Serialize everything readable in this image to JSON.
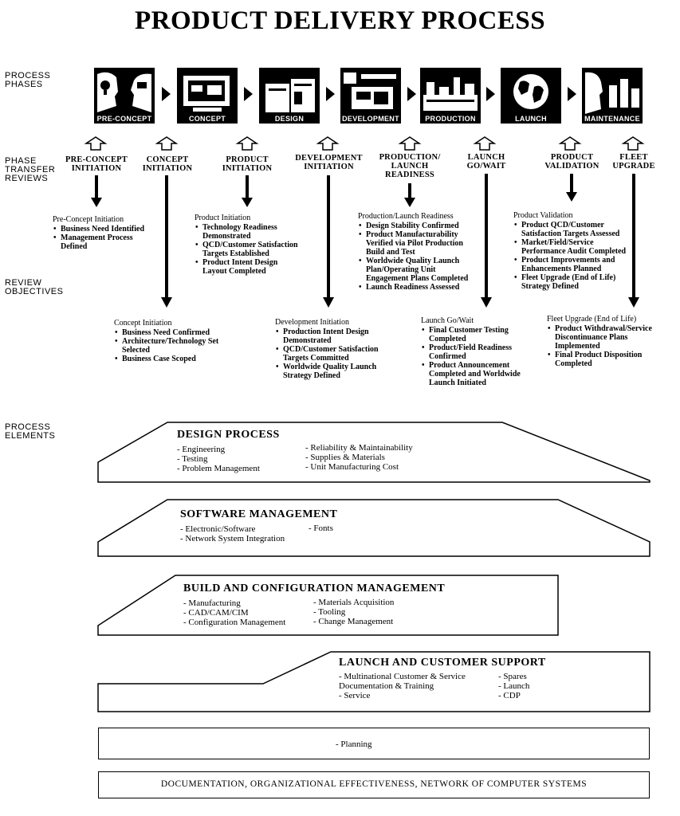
{
  "title": "PRODUCT DELIVERY PROCESS",
  "sections": {
    "phases": "PROCESS\nPHASES",
    "reviews": "PHASE\nTRANSFER\nREVIEWS",
    "objectives": "REVIEW\nOBJECTIVES",
    "elements": "PROCESS\nELEMENTS"
  },
  "phases": [
    {
      "label": "PRE-CONCEPT",
      "icon": "lightbulb-head-icon"
    },
    {
      "label": "CONCEPT",
      "icon": "computer-screen-icon"
    },
    {
      "label": "DESIGN",
      "icon": "printer-machine-icon"
    },
    {
      "label": "DEVELOPMENT",
      "icon": "prototype-device-icon"
    },
    {
      "label": "PRODUCTION",
      "icon": "factory-skyline-icon"
    },
    {
      "label": "LAUNCH",
      "icon": "globe-icon"
    },
    {
      "label": "MAINTENANCE",
      "icon": "head-buildings-icon"
    }
  ],
  "reviews": [
    "PRE-CONCEPT\nINITIATION",
    "CONCEPT\nINITIATION",
    "PRODUCT\nINITIATION",
    "DEVELOPMENT\nINITIATION",
    "PRODUCTION/\nLAUNCH\nREADINESS",
    "LAUNCH\nGO/WAIT",
    "PRODUCT\nVALIDATION",
    "FLEET\nUPGRADE"
  ],
  "objectives": [
    {
      "title": "Pre-Concept Initiation",
      "items": [
        "Business Need Identified",
        "Management Process Defined"
      ]
    },
    {
      "title": "Concept Initiation",
      "items": [
        "Business Need Confirmed",
        "Architecture/Technology Set Selected",
        "Business Case Scoped"
      ]
    },
    {
      "title": "Product Initiation",
      "items": [
        "Technology Readiness Demonstrated",
        "QCD/Customer Satisfaction Targets Established",
        "Product Intent Design Layout Completed"
      ]
    },
    {
      "title": "Development Initiation",
      "items": [
        "Production Intent Design Demonstrated",
        "QCD/Customer Satisfaction Targets Committed",
        "Worldwide Quality Launch Strategy Defined"
      ]
    },
    {
      "title": "Production/Launch Readiness",
      "items": [
        "Design Stability Confirmed",
        "Product Manufacturability Verified via Pilot Production Build and Test",
        "Worldwide Quality Launch Plan/Operating Unit Engagement Plans Completed",
        "Launch Readiness Assessed"
      ]
    },
    {
      "title": "Launch Go/Wait",
      "items": [
        "Final Customer Testing Completed",
        "Product/Field Readiness Confirmed",
        "Product Announcement Completed and Worldwide Launch Initiated"
      ]
    },
    {
      "title": "Product Validation",
      "items": [
        "Product QCD/Customer Satisfaction Targets Assessed",
        "Market/Field/Service Performance Audit Completed",
        "Product Improvements and Enhancements Planned",
        "Fleet Upgrade (End of Life) Strategy Defined"
      ]
    },
    {
      "title": "Fleet Upgrade (End of Life)",
      "items": [
        "Product Withdrawal/Service Discontinuance Plans Implemented",
        "Final Product Disposition Completed"
      ]
    }
  ],
  "elements": {
    "design": {
      "title": "DESIGN PROCESS",
      "col1": [
        "Engineering",
        "Testing",
        "Problem Management"
      ],
      "col2": [
        "Reliability & Maintainability",
        "Supplies & Materials",
        "Unit Manufacturing Cost"
      ]
    },
    "software": {
      "title": "SOFTWARE MANAGEMENT",
      "col1": [
        "Electronic/Software",
        "Network System Integration"
      ],
      "col2": [
        "Fonts"
      ]
    },
    "build": {
      "title": "BUILD AND CONFIGURATION MANAGEMENT",
      "col1": [
        "Manufacturing",
        "CAD/CAM/CIM",
        "Configuration Management"
      ],
      "col2": [
        "Materials Acquisition",
        "Tooling",
        "Change Management"
      ]
    },
    "launch": {
      "title": "LAUNCH AND CUSTOMER SUPPORT",
      "col1": [
        "Multinational Customer & Service Documentation & Training",
        "Service"
      ],
      "col2": [
        "Spares",
        "Launch",
        "CDP"
      ]
    },
    "planning": "Planning",
    "documentation": "DOCUMENTATION, ORGANIZATIONAL EFFECTIVENESS, NETWORK OF COMPUTER SYSTEMS"
  }
}
